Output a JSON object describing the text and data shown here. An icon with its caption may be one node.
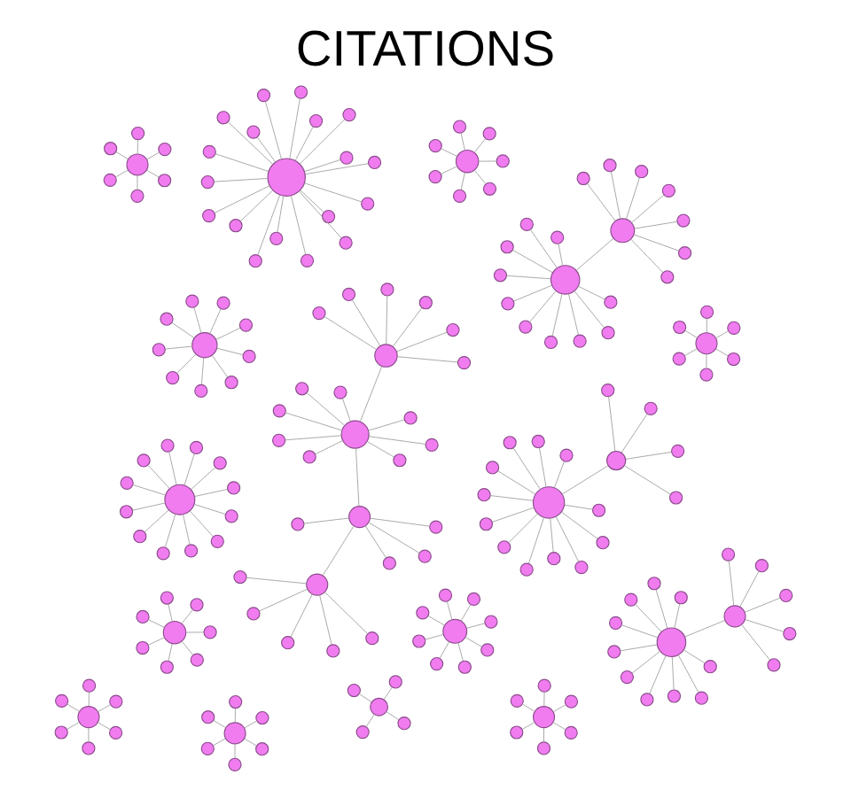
{
  "diagram": {
    "title": "CITATIONS",
    "nodes": [
      {
        "text": [],
        "shape": "circle"
      },
      {
        "text": [],
        "shape": "circle"
      },
      {
        "text": [],
        "shape": "circle"
      },
      {
        "text": [],
        "shape": "circle"
      },
      {
        "text": [],
        "shape": "circle"
      },
      {
        "text": [],
        "shape": "circle"
      },
      {
        "text": [],
        "shape": "circle"
      },
      {
        "text": [],
        "shape": "circle"
      },
      {
        "text": [],
        "shape": "circle"
      },
      {
        "text": [],
        "shape": "circle"
      },
      {
        "text": [],
        "shape": "circle"
      },
      {
        "text": [],
        "shape": "circle"
      },
      {
        "text": [],
        "shape": "circle"
      },
      {
        "text": [],
        "shape": "circle"
      },
      {
        "text": [],
        "shape": "circle"
      },
      {
        "text": [],
        "shape": "circle"
      },
      {
        "text": [],
        "shape": "circle"
      },
      {
        "text": [],
        "shape": "circle"
      },
      {
        "text": [],
        "shape": "circle"
      },
      {
        "text": [],
        "shape": "circle"
      },
      {
        "text": [],
        "shape": "circle"
      },
      {
        "text": [],
        "shape": "circle"
      },
      {
        "text": [],
        "shape": "circle"
      },
      {
        "text": [],
        "shape": "circle"
      },
      {
        "text": [],
        "shape": "circle"
      },
      {
        "text": [],
        "shape": "circle"
      },
      {
        "text": [],
        "shape": "circle"
      },
      {
        "text": [],
        "shape": "circle"
      },
      {
        "text": [],
        "shape": "circle"
      },
      {
        "text": [],
        "shape": "circle"
      },
      {
        "text": [],
        "shape": "circle"
      },
      {
        "text": [],
        "shape": "circle"
      },
      {
        "text": [],
        "shape": "circle"
      },
      {
        "text": [],
        "shape": "circle"
      },
      {
        "text": [],
        "shape": "circle"
      },
      {
        "text": [],
        "shape": "circle"
      },
      {
        "text": [],
        "shape": "circle"
      },
      {
        "text": [],
        "shape": "circle"
      },
      {
        "text": [],
        "shape": "circle"
      },
      {
        "text": [],
        "shape": "circle"
      },
      {
        "text": [],
        "shape": "circle"
      },
      {
        "text": [],
        "shape": "circle"
      },
      {
        "text": [],
        "shape": "circle"
      },
      {
        "text": [],
        "shape": "circle"
      },
      {
        "text": [],
        "shape": "circle"
      },
      {
        "text": [],
        "shape": "circle"
      },
      {
        "text": [],
        "shape": "circle"
      },
      {
        "text": [],
        "shape": "circle"
      },
      {
        "text": [],
        "shape": "circle"
      },
      {
        "text": [],
        "shape": "circle"
      },
      {
        "text": [],
        "shape": "circle"
      },
      {
        "text": [],
        "shape": "circle"
      },
      {
        "text": [],
        "shape": "circle"
      },
      {
        "text": [],
        "shape": "circle"
      },
      {
        "text": [],
        "shape": "circle"
      },
      {
        "text": [],
        "shape": "circle"
      },
      {
        "text": [],
        "shape": "circle"
      },
      {
        "text": [],
        "shape": "circle"
      },
      {
        "text": [],
        "shape": "circle"
      },
      {
        "text": [],
        "shape": "circle"
      },
      {
        "text": [],
        "shape": "circle"
      },
      {
        "text": [],
        "shape": "circle"
      },
      {
        "text": [],
        "shape": "circle"
      },
      {
        "text": [],
        "shape": "circle"
      },
      {
        "text": [],
        "shape": "circle"
      },
      {
        "text": [],
        "shape": "circle"
      },
      {
        "text": [],
        "shape": "circle"
      },
      {
        "text": [],
        "shape": "circle"
      },
      {
        "text": [],
        "shape": "circle"
      },
      {
        "text": [],
        "shape": "circle"
      },
      {
        "text": [],
        "shape": "circle"
      },
      {
        "text": [],
        "shape": "circle"
      },
      {
        "text": [],
        "shape": "circle"
      },
      {
        "text": [],
        "shape": "circle"
      },
      {
        "text": [],
        "shape": "circle"
      },
      {
        "text": [],
        "shape": "circle"
      },
      {
        "text": [],
        "shape": "circle"
      },
      {
        "text": [],
        "shape": "circle"
      },
      {
        "text": [],
        "shape": "circle"
      },
      {
        "text": [],
        "shape": "circle"
      },
      {
        "text": [],
        "shape": "circle"
      },
      {
        "text": [],
        "shape": "circle"
      },
      {
        "text": [],
        "shape": "circle"
      },
      {
        "text": [],
        "shape": "circle"
      },
      {
        "text": [],
        "shape": "circle"
      },
      {
        "text": [],
        "shape": "circle"
      },
      {
        "text": [],
        "shape": "circle"
      },
      {
        "text": [],
        "shape": "circle"
      },
      {
        "text": [],
        "shape": "circle"
      },
      {
        "text": [],
        "shape": "circle"
      },
      {
        "text": [],
        "shape": "circle"
      },
      {
        "text": [],
        "shape": "circle"
      },
      {
        "text": [],
        "shape": "circle"
      },
      {
        "text": [],
        "shape": "circle"
      },
      {
        "text": [],
        "shape": "circle"
      },
      {
        "text": [],
        "shape": "circle"
      },
      {
        "text": [],
        "shape": "circle"
      },
      {
        "text": [],
        "shape": "circle"
      },
      {
        "text": [],
        "shape": "circle"
      },
      {
        "text": [],
        "shape": "circle"
      },
      {
        "text": [],
        "shape": "circle"
      },
      {
        "text": [],
        "shape": "circle"
      },
      {
        "text": [],
        "shape": "circle"
      },
      {
        "text": [],
        "shape": "circle"
      },
      {
        "text": [],
        "shape": "circle"
      },
      {
        "text": [],
        "shape": "circle"
      },
      {
        "text": [],
        "shape": "circle"
      },
      {
        "text": [],
        "shape": "circle"
      },
      {
        "text": [],
        "shape": "circle"
      },
      {
        "text": [],
        "shape": "circle"
      },
      {
        "text": [],
        "shape": "circle"
      },
      {
        "text": [],
        "shape": "circle"
      },
      {
        "text": [],
        "shape": "circle"
      },
      {
        "text": [],
        "shape": "circle"
      },
      {
        "text": [],
        "shape": "circle"
      },
      {
        "text": [],
        "shape": "circle"
      },
      {
        "text": [],
        "shape": "circle"
      },
      {
        "text": [],
        "shape": "circle"
      },
      {
        "text": [],
        "shape": "circle"
      },
      {
        "text": [],
        "shape": "circle"
      },
      {
        "text": [],
        "shape": "circle"
      },
      {
        "text": [],
        "shape": "circle"
      },
      {
        "text": [],
        "shape": "circle"
      },
      {
        "text": [],
        "shape": "circle"
      },
      {
        "text": [],
        "shape": "circle"
      },
      {
        "text": [],
        "shape": "circle"
      },
      {
        "text": [],
        "shape": "circle"
      },
      {
        "text": [],
        "shape": "circle"
      },
      {
        "text": [],
        "shape": "circle"
      },
      {
        "text": [],
        "shape": "circle"
      },
      {
        "text": [],
        "shape": "circle"
      },
      {
        "text": [],
        "shape": "circle"
      },
      {
        "text": [],
        "shape": "circle"
      },
      {
        "text": [],
        "shape": "circle"
      },
      {
        "text": [],
        "shape": "circle"
      },
      {
        "text": [],
        "shape": "circle"
      },
      {
        "text": [],
        "shape": "circle"
      },
      {
        "text": [],
        "shape": "circle"
      },
      {
        "text": [],
        "shape": "circle"
      },
      {
        "text": [],
        "shape": "circle"
      },
      {
        "text": [],
        "shape": "circle"
      },
      {
        "text": [],
        "shape": "circle"
      },
      {
        "text": [],
        "shape": "circle"
      },
      {
        "text": [],
        "shape": "circle"
      },
      {
        "text": [],
        "shape": "circle"
      },
      {
        "text": [],
        "shape": "circle"
      },
      {
        "text": [],
        "shape": "circle"
      },
      {
        "text": [],
        "shape": "circle"
      },
      {
        "text": [],
        "shape": "circle"
      },
      {
        "text": [],
        "shape": "circle"
      },
      {
        "text": [],
        "shape": "circle"
      },
      {
        "text": [],
        "shape": "circle"
      },
      {
        "text": [],
        "shape": "circle"
      },
      {
        "text": [],
        "shape": "circle"
      },
      {
        "text": [],
        "shape": "circle"
      },
      {
        "text": [],
        "shape": "circle"
      },
      {
        "text": [],
        "shape": "circle"
      },
      {
        "text": [],
        "shape": "circle"
      },
      {
        "text": [],
        "shape": "circle"
      },
      {
        "text": [],
        "shape": "circle"
      },
      {
        "text": [],
        "shape": "circle"
      },
      {
        "text": [],
        "shape": "circle"
      },
      {
        "text": [],
        "shape": "circle"
      },
      {
        "text": [],
        "shape": "circle"
      },
      {
        "text": [],
        "shape": "circle"
      },
      {
        "text": [],
        "shape": "circle"
      },
      {
        "text": [],
        "shape": "circle"
      },
      {
        "text": [],
        "shape": "circle"
      },
      {
        "text": [],
        "shape": "circle"
      },
      {
        "text": [],
        "shape": "circle"
      },
      {
        "text": [],
        "shape": "circle"
      },
      {
        "text": [],
        "shape": "circle"
      },
      {
        "text": [],
        "shape": "circle"
      },
      {
        "text": [],
        "shape": "circle"
      },
      {
        "text": [],
        "shape": "circle"
      },
      {
        "text": [],
        "shape": "circle"
      },
      {
        "text": [],
        "shape": "circle"
      },
      {
        "text": [],
        "shape": "circle"
      },
      {
        "text": [],
        "shape": "circle"
      },
      {
        "text": [],
        "shape": "circle"
      },
      {
        "text": [],
        "shape": "circle"
      },
      {
        "text": [],
        "shape": "circle"
      },
      {
        "text": [],
        "shape": "circle"
      },
      {
        "text": [],
        "shape": "circle"
      },
      {
        "text": [],
        "shape": "circle"
      },
      {
        "text": [],
        "shape": "circle"
      },
      {
        "text": [],
        "shape": "circle"
      },
      {
        "text": [],
        "shape": "circle"
      }
    ],
    "edges": [
      {
        "from": 0,
        "to": 22,
        "arrow": "none"
      },
      {
        "from": 0,
        "to": 23,
        "arrow": "none"
      },
      {
        "from": 0,
        "to": 24,
        "arrow": "none"
      },
      {
        "from": 0,
        "to": 25,
        "arrow": "none"
      },
      {
        "from": 0,
        "to": 26,
        "arrow": "none"
      },
      {
        "from": 0,
        "to": 27,
        "arrow": "none"
      },
      {
        "from": 0,
        "to": 28,
        "arrow": "none"
      },
      {
        "from": 0,
        "to": 29,
        "arrow": "none"
      },
      {
        "from": 0,
        "to": 30,
        "arrow": "none"
      },
      {
        "from": 0,
        "to": 31,
        "arrow": "none"
      },
      {
        "from": 0,
        "to": 32,
        "arrow": "none"
      },
      {
        "from": 0,
        "to": 33,
        "arrow": "none"
      },
      {
        "from": 1,
        "to": 34,
        "arrow": "none"
      },
      {
        "from": 1,
        "to": 35,
        "arrow": "none"
      },
      {
        "from": 1,
        "to": 36,
        "arrow": "none"
      },
      {
        "from": 1,
        "to": 37,
        "arrow": "none"
      },
      {
        "from": 1,
        "to": 38,
        "arrow": "none"
      },
      {
        "from": 1,
        "to": 39,
        "arrow": "none"
      },
      {
        "from": 1,
        "to": 40,
        "arrow": "none"
      },
      {
        "from": 1,
        "to": 41,
        "arrow": "none"
      },
      {
        "from": 1,
        "to": 42,
        "arrow": "none"
      },
      {
        "from": 1,
        "to": 43,
        "arrow": "none"
      },
      {
        "from": 1,
        "to": 44,
        "arrow": "none"
      },
      {
        "from": 1,
        "to": 45,
        "arrow": "none"
      },
      {
        "from": 2,
        "to": 46,
        "arrow": "none"
      },
      {
        "from": 2,
        "to": 47,
        "arrow": "none"
      },
      {
        "from": 2,
        "to": 48,
        "arrow": "none"
      },
      {
        "from": 2,
        "to": 49,
        "arrow": "none"
      },
      {
        "from": 3,
        "to": 50,
        "arrow": "none"
      },
      {
        "from": 3,
        "to": 51,
        "arrow": "none"
      },
      {
        "from": 3,
        "to": 52,
        "arrow": "none"
      },
      {
        "from": 3,
        "to": 53,
        "arrow": "none"
      },
      {
        "from": 3,
        "to": 54,
        "arrow": "none"
      },
      {
        "from": 3,
        "to": 55,
        "arrow": "none"
      },
      {
        "from": 3,
        "to": 56,
        "arrow": "none"
      },
      {
        "from": 3,
        "to": 57,
        "arrow": "none"
      },
      {
        "from": 3,
        "to": 58,
        "arrow": "none"
      },
      {
        "from": 3,
        "to": 59,
        "arrow": "none"
      },
      {
        "from": 4,
        "to": 60,
        "arrow": "none"
      },
      {
        "from": 4,
        "to": 61,
        "arrow": "none"
      },
      {
        "from": 4,
        "to": 62,
        "arrow": "none"
      },
      {
        "from": 4,
        "to": 63,
        "arrow": "none"
      },
      {
        "from": 4,
        "to": 64,
        "arrow": "none"
      },
      {
        "from": 4,
        "to": 65,
        "arrow": "none"
      },
      {
        "from": 4,
        "to": 66,
        "arrow": "none"
      },
      {
        "from": 4,
        "to": 67,
        "arrow": "none"
      },
      {
        "from": 4,
        "to": 68,
        "arrow": "none"
      },
      {
        "from": 4,
        "to": 69,
        "arrow": "none"
      },
      {
        "from": 5,
        "to": 70,
        "arrow": "none"
      },
      {
        "from": 5,
        "to": 71,
        "arrow": "none"
      },
      {
        "from": 5,
        "to": 72,
        "arrow": "none"
      },
      {
        "from": 5,
        "to": 73,
        "arrow": "none"
      },
      {
        "from": 5,
        "to": 74,
        "arrow": "none"
      },
      {
        "from": 5,
        "to": 75,
        "arrow": "none"
      },
      {
        "from": 5,
        "to": 76,
        "arrow": "none"
      },
      {
        "from": 6,
        "to": 77,
        "arrow": "none"
      },
      {
        "from": 6,
        "to": 78,
        "arrow": "none"
      },
      {
        "from": 6,
        "to": 79,
        "arrow": "none"
      },
      {
        "from": 6,
        "to": 80,
        "arrow": "none"
      },
      {
        "from": 6,
        "to": 81,
        "arrow": "none"
      },
      {
        "from": 6,
        "to": 82,
        "arrow": "none"
      },
      {
        "from": 6,
        "to": 83,
        "arrow": "none"
      },
      {
        "from": 6,
        "to": 84,
        "arrow": "none"
      },
      {
        "from": 6,
        "to": 85,
        "arrow": "none"
      },
      {
        "from": 6,
        "to": 86,
        "arrow": "none"
      },
      {
        "from": 6,
        "to": 87,
        "arrow": "none"
      },
      {
        "from": 6,
        "to": 88,
        "arrow": "none"
      },
      {
        "from": 6,
        "to": 89,
        "arrow": "none"
      },
      {
        "from": 6,
        "to": 90,
        "arrow": "none"
      },
      {
        "from": 6,
        "to": 91,
        "arrow": "none"
      },
      {
        "from": 6,
        "to": 92,
        "arrow": "none"
      },
      {
        "from": 6,
        "to": 93,
        "arrow": "none"
      },
      {
        "from": 6,
        "to": 94,
        "arrow": "none"
      },
      {
        "from": 7,
        "to": 95,
        "arrow": "none"
      },
      {
        "from": 7,
        "to": 96,
        "arrow": "none"
      },
      {
        "from": 7,
        "to": 97,
        "arrow": "none"
      },
      {
        "from": 7,
        "to": 98,
        "arrow": "none"
      },
      {
        "from": 7,
        "to": 99,
        "arrow": "none"
      },
      {
        "from": 7,
        "to": 100,
        "arrow": "none"
      },
      {
        "from": 7,
        "to": 101,
        "arrow": "none"
      },
      {
        "from": 7,
        "to": 102,
        "arrow": "none"
      },
      {
        "from": 7,
        "to": 103,
        "arrow": "none"
      },
      {
        "from": 8,
        "to": 104,
        "arrow": "none"
      },
      {
        "from": 8,
        "to": 105,
        "arrow": "none"
      },
      {
        "from": 8,
        "to": 106,
        "arrow": "none"
      },
      {
        "from": 8,
        "to": 107,
        "arrow": "none"
      },
      {
        "from": 8,
        "to": 108,
        "arrow": "none"
      },
      {
        "from": 8,
        "to": 109,
        "arrow": "none"
      },
      {
        "from": 8,
        "to": 110,
        "arrow": "none"
      },
      {
        "from": 8,
        "to": 111,
        "arrow": "none"
      },
      {
        "from": 9,
        "to": 112,
        "arrow": "none"
      },
      {
        "from": 9,
        "to": 113,
        "arrow": "none"
      },
      {
        "from": 9,
        "to": 114,
        "arrow": "none"
      },
      {
        "from": 9,
        "to": 115,
        "arrow": "none"
      },
      {
        "from": 9,
        "to": 116,
        "arrow": "none"
      },
      {
        "from": 10,
        "to": 117,
        "arrow": "none"
      },
      {
        "from": 10,
        "to": 118,
        "arrow": "none"
      },
      {
        "from": 10,
        "to": 119,
        "arrow": "none"
      },
      {
        "from": 10,
        "to": 120,
        "arrow": "none"
      },
      {
        "from": 11,
        "to": 121,
        "arrow": "none"
      },
      {
        "from": 11,
        "to": 122,
        "arrow": "none"
      },
      {
        "from": 11,
        "to": 123,
        "arrow": "none"
      },
      {
        "from": 11,
        "to": 124,
        "arrow": "none"
      },
      {
        "from": 11,
        "to": 125,
        "arrow": "none"
      },
      {
        "from": 11,
        "to": 126,
        "arrow": "none"
      },
      {
        "from": 12,
        "to": 127,
        "arrow": "none"
      },
      {
        "from": 12,
        "to": 128,
        "arrow": "none"
      },
      {
        "from": 12,
        "to": 129,
        "arrow": "none"
      },
      {
        "from": 12,
        "to": 130,
        "arrow": "none"
      },
      {
        "from": 12,
        "to": 131,
        "arrow": "none"
      },
      {
        "from": 12,
        "to": 132,
        "arrow": "none"
      },
      {
        "from": 12,
        "to": 133,
        "arrow": "none"
      },
      {
        "from": 12,
        "to": 134,
        "arrow": "none"
      },
      {
        "from": 13,
        "to": 135,
        "arrow": "none"
      },
      {
        "from": 13,
        "to": 136,
        "arrow": "none"
      },
      {
        "from": 13,
        "to": 137,
        "arrow": "none"
      },
      {
        "from": 13,
        "to": 138,
        "arrow": "none"
      },
      {
        "from": 13,
        "to": 139,
        "arrow": "none"
      },
      {
        "from": 13,
        "to": 140,
        "arrow": "none"
      },
      {
        "from": 14,
        "to": 141,
        "arrow": "none"
      },
      {
        "from": 14,
        "to": 142,
        "arrow": "none"
      },
      {
        "from": 14,
        "to": 143,
        "arrow": "none"
      },
      {
        "from": 14,
        "to": 144,
        "arrow": "none"
      },
      {
        "from": 14,
        "to": 145,
        "arrow": "none"
      },
      {
        "from": 14,
        "to": 146,
        "arrow": "none"
      },
      {
        "from": 14,
        "to": 147,
        "arrow": "none"
      },
      {
        "from": 15,
        "to": 148,
        "arrow": "none"
      },
      {
        "from": 15,
        "to": 149,
        "arrow": "none"
      },
      {
        "from": 15,
        "to": 150,
        "arrow": "none"
      },
      {
        "from": 15,
        "to": 151,
        "arrow": "none"
      },
      {
        "from": 15,
        "to": 152,
        "arrow": "none"
      },
      {
        "from": 15,
        "to": 153,
        "arrow": "none"
      },
      {
        "from": 16,
        "to": 154,
        "arrow": "none"
      },
      {
        "from": 16,
        "to": 155,
        "arrow": "none"
      },
      {
        "from": 16,
        "to": 156,
        "arrow": "none"
      },
      {
        "from": 16,
        "to": 157,
        "arrow": "none"
      },
      {
        "from": 16,
        "to": 158,
        "arrow": "none"
      },
      {
        "from": 16,
        "to": 159,
        "arrow": "none"
      },
      {
        "from": 17,
        "to": 160,
        "arrow": "none"
      },
      {
        "from": 17,
        "to": 161,
        "arrow": "none"
      },
      {
        "from": 17,
        "to": 162,
        "arrow": "none"
      },
      {
        "from": 17,
        "to": 163,
        "arrow": "none"
      },
      {
        "from": 17,
        "to": 164,
        "arrow": "none"
      },
      {
        "from": 17,
        "to": 165,
        "arrow": "none"
      },
      {
        "from": 17,
        "to": 166,
        "arrow": "none"
      },
      {
        "from": 18,
        "to": 167,
        "arrow": "none"
      },
      {
        "from": 18,
        "to": 168,
        "arrow": "none"
      },
      {
        "from": 18,
        "to": 169,
        "arrow": "none"
      },
      {
        "from": 18,
        "to": 170,
        "arrow": "none"
      },
      {
        "from": 19,
        "to": 171,
        "arrow": "none"
      },
      {
        "from": 19,
        "to": 172,
        "arrow": "none"
      },
      {
        "from": 19,
        "to": 173,
        "arrow": "none"
      },
      {
        "from": 19,
        "to": 174,
        "arrow": "none"
      },
      {
        "from": 19,
        "to": 175,
        "arrow": "none"
      },
      {
        "from": 19,
        "to": 176,
        "arrow": "none"
      },
      {
        "from": 20,
        "to": 177,
        "arrow": "none"
      },
      {
        "from": 20,
        "to": 178,
        "arrow": "none"
      },
      {
        "from": 20,
        "to": 179,
        "arrow": "none"
      },
      {
        "from": 20,
        "to": 180,
        "arrow": "none"
      },
      {
        "from": 20,
        "to": 181,
        "arrow": "none"
      },
      {
        "from": 20,
        "to": 182,
        "arrow": "none"
      },
      {
        "from": 21,
        "to": 183,
        "arrow": "none"
      },
      {
        "from": 21,
        "to": 184,
        "arrow": "none"
      },
      {
        "from": 21,
        "to": 185,
        "arrow": "none"
      },
      {
        "from": 21,
        "to": 186,
        "arrow": "none"
      },
      {
        "from": 21,
        "to": 187,
        "arrow": "none"
      },
      {
        "from": 1,
        "to": 2,
        "arrow": "none"
      },
      {
        "from": 4,
        "to": 5,
        "arrow": "none"
      },
      {
        "from": 9,
        "to": 10,
        "arrow": "none"
      },
      {
        "from": 10,
        "to": 12,
        "arrow": "none"
      },
      {
        "from": 12,
        "to": 13,
        "arrow": "none"
      },
      {
        "from": 3,
        "to": 21,
        "arrow": "none"
      }
    ]
  }
}
